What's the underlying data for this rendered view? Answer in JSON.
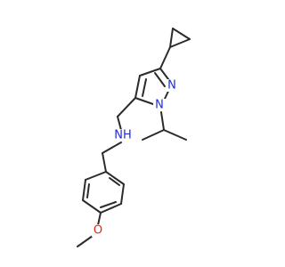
{
  "molecule": {
    "atom_labels": {
      "n_pyrazole_double": "N",
      "n_pyrazole_single": "N",
      "amine": "NH",
      "ether_oxygen": "O"
    },
    "colors": {
      "bond": "#2b2b2b",
      "nitrogen": "#1f2bd6",
      "oxygen": "#e0261b"
    }
  }
}
